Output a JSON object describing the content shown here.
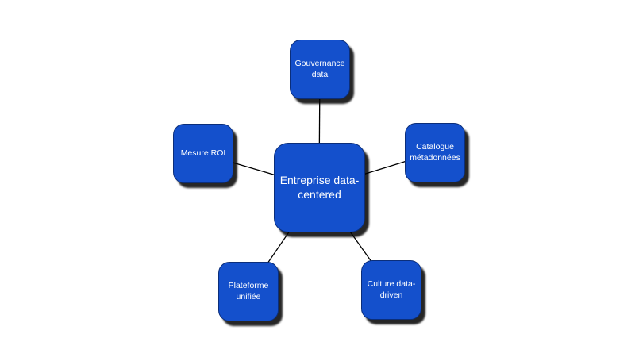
{
  "diagram": {
    "hub": {
      "label": "Entreprise data-centered"
    },
    "nodes": [
      {
        "id": "gouvernance-data",
        "label": "Gouvernance data"
      },
      {
        "id": "catalogue-metadonnees",
        "label": "Catalogue métadonnées"
      },
      {
        "id": "mesure-roi",
        "label": "Mesure ROI"
      },
      {
        "id": "plateforme-unifiee",
        "label": "Plateforme unifiée"
      },
      {
        "id": "culture-data-driven",
        "label": "Culture data-driven"
      }
    ],
    "colors": {
      "node_fill": "#1450cc",
      "node_border": "#0b2e7a",
      "node_text": "#ffffff",
      "connector": "#000000",
      "shadow": "#000000",
      "background": "#ffffff"
    }
  }
}
